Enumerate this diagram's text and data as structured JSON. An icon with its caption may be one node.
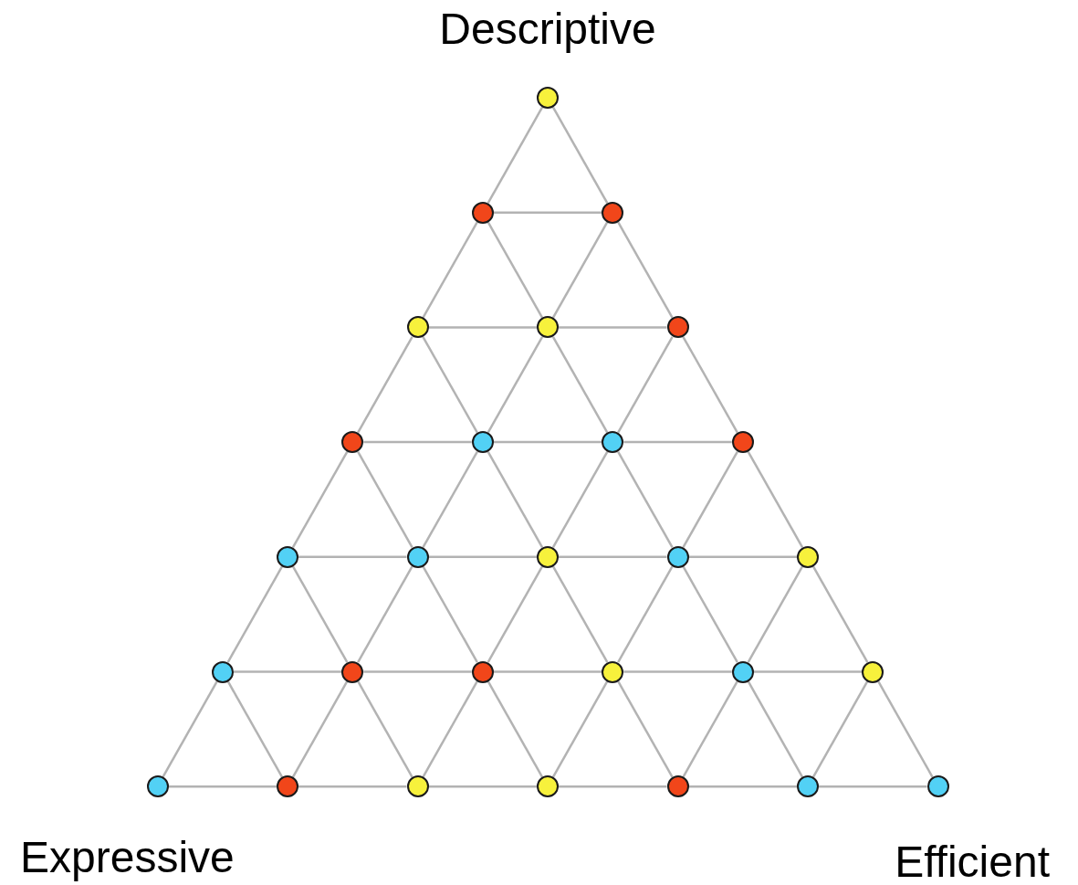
{
  "diagram": {
    "nodes": [
      {
        "text": [],
        "shape": "circle"
      },
      {
        "text": [],
        "shape": "circle"
      },
      {
        "text": [],
        "shape": "circle"
      },
      {
        "text": [],
        "shape": "circle"
      },
      {
        "text": [],
        "shape": "circle"
      },
      {
        "text": [],
        "shape": "circle"
      },
      {
        "text": [],
        "shape": "circle"
      },
      {
        "text": [],
        "shape": "circle"
      },
      {
        "text": [],
        "shape": "circle"
      },
      {
        "text": [],
        "shape": "circle"
      },
      {
        "text": [],
        "shape": "circle"
      },
      {
        "text": [],
        "shape": "circle"
      },
      {
        "text": [],
        "shape": "circle"
      },
      {
        "text": [],
        "shape": "circle"
      },
      {
        "text": [],
        "shape": "circle"
      },
      {
        "text": [],
        "shape": "circle"
      },
      {
        "text": [],
        "shape": "circle"
      },
      {
        "text": [],
        "shape": "circle"
      },
      {
        "text": [],
        "shape": "circle"
      },
      {
        "text": [],
        "shape": "circle"
      },
      {
        "text": [],
        "shape": "circle"
      },
      {
        "text": [],
        "shape": "circle"
      },
      {
        "text": [],
        "shape": "circle"
      },
      {
        "text": [],
        "shape": "circle"
      },
      {
        "text": [],
        "shape": "circle"
      },
      {
        "text": [],
        "shape": "circle"
      },
      {
        "text": [],
        "shape": "circle"
      },
      {
        "text": [],
        "shape": "circle"
      }
    ],
    "edges": [
      {
        "from": 0,
        "to": 1,
        "arrow": "none"
      },
      {
        "from": 0,
        "to": 2,
        "arrow": "none"
      },
      {
        "from": 1,
        "to": 2,
        "arrow": "none"
      },
      {
        "from": 1,
        "to": 3,
        "arrow": "none"
      },
      {
        "from": 1,
        "to": 4,
        "arrow": "none"
      },
      {
        "from": 2,
        "to": 4,
        "arrow": "none"
      },
      {
        "from": 2,
        "to": 5,
        "arrow": "none"
      },
      {
        "from": 3,
        "to": 4,
        "arrow": "none"
      },
      {
        "from": 3,
        "to": 6,
        "arrow": "none"
      },
      {
        "from": 3,
        "to": 7,
        "arrow": "none"
      },
      {
        "from": 4,
        "to": 5,
        "arrow": "none"
      },
      {
        "from": 4,
        "to": 7,
        "arrow": "none"
      },
      {
        "from": 4,
        "to": 8,
        "arrow": "none"
      },
      {
        "from": 5,
        "to": 8,
        "arrow": "none"
      },
      {
        "from": 5,
        "to": 9,
        "arrow": "none"
      },
      {
        "from": 6,
        "to": 7,
        "arrow": "none"
      },
      {
        "from": 6,
        "to": 10,
        "arrow": "none"
      },
      {
        "from": 6,
        "to": 11,
        "arrow": "none"
      },
      {
        "from": 7,
        "to": 8,
        "arrow": "none"
      },
      {
        "from": 7,
        "to": 11,
        "arrow": "none"
      },
      {
        "from": 7,
        "to": 12,
        "arrow": "none"
      },
      {
        "from": 8,
        "to": 9,
        "arrow": "none"
      },
      {
        "from": 8,
        "to": 12,
        "arrow": "none"
      },
      {
        "from": 8,
        "to": 13,
        "arrow": "none"
      },
      {
        "from": 9,
        "to": 13,
        "arrow": "none"
      },
      {
        "from": 9,
        "to": 14,
        "arrow": "none"
      },
      {
        "from": 10,
        "to": 11,
        "arrow": "none"
      },
      {
        "from": 10,
        "to": 15,
        "arrow": "none"
      },
      {
        "from": 10,
        "to": 16,
        "arrow": "none"
      },
      {
        "from": 11,
        "to": 12,
        "arrow": "none"
      },
      {
        "from": 11,
        "to": 16,
        "arrow": "none"
      },
      {
        "from": 11,
        "to": 17,
        "arrow": "none"
      },
      {
        "from": 12,
        "to": 13,
        "arrow": "none"
      },
      {
        "from": 12,
        "to": 17,
        "arrow": "none"
      },
      {
        "from": 12,
        "to": 18,
        "arrow": "none"
      },
      {
        "from": 13,
        "to": 14,
        "arrow": "none"
      },
      {
        "from": 13,
        "to": 18,
        "arrow": "none"
      },
      {
        "from": 13,
        "to": 19,
        "arrow": "none"
      },
      {
        "from": 14,
        "to": 19,
        "arrow": "none"
      },
      {
        "from": 14,
        "to": 20,
        "arrow": "none"
      },
      {
        "from": 15,
        "to": 16,
        "arrow": "none"
      },
      {
        "from": 15,
        "to": 21,
        "arrow": "none"
      },
      {
        "from": 15,
        "to": 22,
        "arrow": "none"
      },
      {
        "from": 16,
        "to": 17,
        "arrow": "none"
      },
      {
        "from": 16,
        "to": 22,
        "arrow": "none"
      },
      {
        "from": 16,
        "to": 23,
        "arrow": "none"
      },
      {
        "from": 17,
        "to": 18,
        "arrow": "none"
      },
      {
        "from": 17,
        "to": 23,
        "arrow": "none"
      },
      {
        "from": 17,
        "to": 24,
        "arrow": "none"
      },
      {
        "from": 18,
        "to": 19,
        "arrow": "none"
      },
      {
        "from": 18,
        "to": 24,
        "arrow": "none"
      },
      {
        "from": 18,
        "to": 25,
        "arrow": "none"
      },
      {
        "from": 19,
        "to": 20,
        "arrow": "none"
      },
      {
        "from": 19,
        "to": 25,
        "arrow": "none"
      },
      {
        "from": 19,
        "to": 26,
        "arrow": "none"
      },
      {
        "from": 20,
        "to": 26,
        "arrow": "none"
      },
      {
        "from": 20,
        "to": 27,
        "arrow": "none"
      },
      {
        "from": 21,
        "to": 22,
        "arrow": "none"
      },
      {
        "from": 22,
        "to": 23,
        "arrow": "none"
      },
      {
        "from": 23,
        "to": 24,
        "arrow": "none"
      },
      {
        "from": 24,
        "to": 25,
        "arrow": "none"
      },
      {
        "from": 25,
        "to": 26,
        "arrow": "none"
      },
      {
        "from": 26,
        "to": 27,
        "arrow": "none"
      }
    ],
    "labels": [
      "Descriptive",
      "Expressive",
      "Efficient"
    ]
  }
}
